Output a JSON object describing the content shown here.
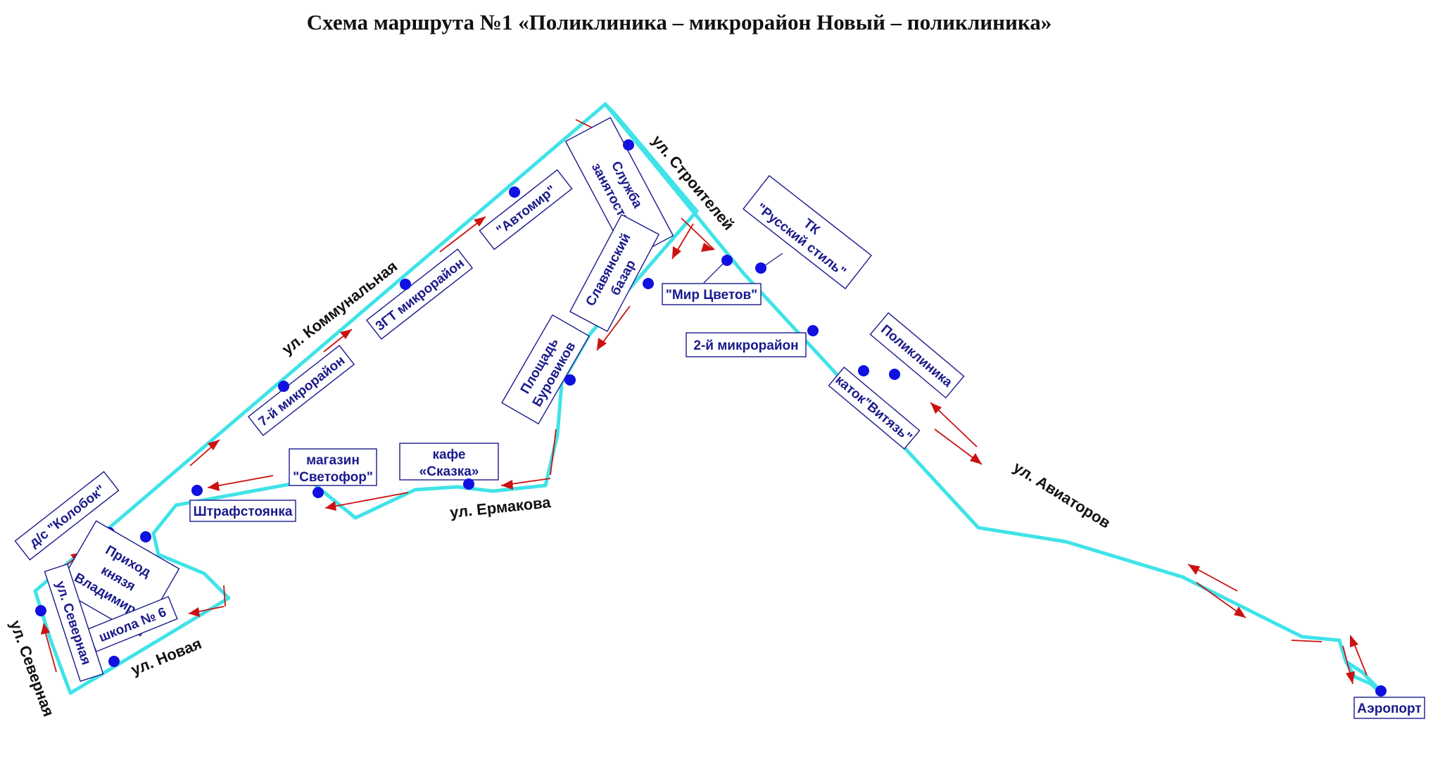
{
  "title": "Схема маршрута №1 «Поликлиника – микрорайон Новый – поликлиника»",
  "colors": {
    "route": "#3fe3e8",
    "arrows": "#cc1111",
    "stop_text": "#1a1a8c",
    "stop_dot": "#1010e0",
    "street_text": "#111111"
  },
  "streets": {
    "stroiteley": "ул. Строителей",
    "kommunalnaya": "ул. Коммунальная",
    "aviatorov": "ул. Авиаторов",
    "ermakova": "ул. Ермакова",
    "severnaya_outer": "ул. Северная",
    "severnaya_inner": "ул. Северная",
    "novaya": "ул. Новая"
  },
  "stops": {
    "sluzhba": [
      "Служба",
      "занятости"
    ],
    "avtomir": "\"Автомир\"",
    "zg_mikro": "3ГТ микрорайон",
    "mikro7": "7-й микрорайон",
    "kolobok": "д/с \"Колобок\"",
    "prihod": [
      "Приход",
      "князя",
      "Владимира"
    ],
    "shkola6": "школа № 6",
    "shtraf": "Штрафстоянка",
    "svetofor": [
      "магазин",
      "\"Светофор\""
    ],
    "skazka": [
      "кафе",
      "«Сказка»"
    ],
    "ploshchad": [
      "Площадь",
      "Буровиков"
    ],
    "slav_bazar": [
      "Славянский",
      "базар"
    ],
    "mir_cvetov": "\"Мир Цветов\"",
    "tk": [
      "ТК",
      "\"Русский стиль\""
    ],
    "mikro2": "2-й микрорайон",
    "poliklinika": "Поликлиника",
    "katok": "каток\"Витязь\"",
    "aeroport": "Аэропорт"
  }
}
